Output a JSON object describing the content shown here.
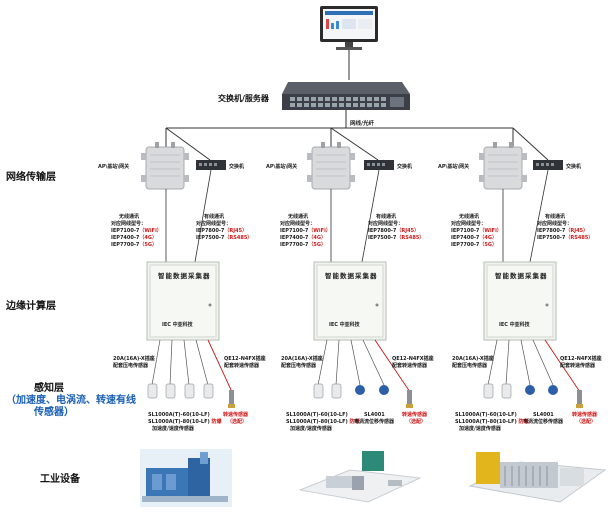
{
  "layers": {
    "server_label": "交换机/服务器",
    "network": "网络传输层",
    "edge": "边缘计算层",
    "sense_title": "感知层",
    "sense_sub1": "（加速度、电涡流、转速有线",
    "sense_sub2": "传感器）",
    "industrial": "工业设备"
  },
  "link_label": "网线/光纤",
  "groups": [
    {
      "ap_label": "AP\\基站\\网关",
      "switch_label": "交换机",
      "wireless_title": "无线通讯",
      "wireless_sub": "对应网线型号：",
      "wireless_models": [
        {
          "model": "IEP7100-7",
          "tag": "（WiFi）"
        },
        {
          "model": "IEP7400-7",
          "tag": "（4G）"
        },
        {
          "model": "IEP7700-7",
          "tag": "（5G）"
        }
      ],
      "wired_title": "有线通讯",
      "wired_sub": "对应网线型号：",
      "wired_models": [
        {
          "model": "IEP7800-7",
          "tag": "（RJ45）"
        },
        {
          "model": "IEP7500-7",
          "tag": "（RS485）"
        }
      ],
      "collector_title": "智能数据采集器",
      "collector_brand": "IEC 中亚科技",
      "cable_left1": "20A(16A)-X插座",
      "cable_left2": "配套压电传感器",
      "cable_right1": "QE12-N4FX插座",
      "cable_right2": "配套转速传感器",
      "sensor_model1": "SL1000A(T)-60(10-LF)",
      "sensor_model2": "SL1000A(T)-80(10-LF)",
      "sensor_type1": "防爆",
      "sensor_type2": "加速度/速度传感器",
      "extra_sensor1": "转速传感器",
      "extra_sensor2": "（选配）"
    },
    {
      "ap_label": "AP\\基站\\网关",
      "switch_label": "交换机",
      "wireless_title": "无线通讯",
      "wireless_sub": "对应网线型号：",
      "wireless_models": [
        {
          "model": "IEP7100-7",
          "tag": "（WiFi）"
        },
        {
          "model": "IEP7400-7",
          "tag": "（4G）"
        },
        {
          "model": "IEP7700-7",
          "tag": "（5G）"
        }
      ],
      "wired_title": "有线通讯",
      "wired_sub": "对应网线型号：",
      "wired_models": [
        {
          "model": "IEP7800-7",
          "tag": "（RJ45）"
        },
        {
          "model": "IEP7500-7",
          "tag": "（RS485）"
        }
      ],
      "collector_title": "智能数据采集器",
      "collector_brand": "IEC 中亚科技",
      "cable_left1": "20A(16A)-X插座",
      "cable_left2": "配套压电传感器",
      "cable_right1": "QE12-N4FX插座",
      "cable_right2": "配套转速传感器",
      "sensor_model1": "SL1000A(T)-60(10-LF)",
      "sensor_model2": "SL1000A(T)-80(10-LF)",
      "sensor_type1": "防爆",
      "sensor_type2": "加速度/速度传感器",
      "eddy1": "SL4001",
      "eddy2": "电涡流位移传感器",
      "extra_sensor1": "转速传感器",
      "extra_sensor2": "（选配）"
    },
    {
      "ap_label": "AP\\基站\\网关",
      "switch_label": "交换机",
      "wireless_title": "无线通讯",
      "wireless_sub": "对应网线型号：",
      "wireless_models": [
        {
          "model": "IEP7100-7",
          "tag": "（WiFi）"
        },
        {
          "model": "IEP7400-7",
          "tag": "（4G）"
        },
        {
          "model": "IEP7700-7",
          "tag": "（5G）"
        }
      ],
      "wired_title": "有线通讯",
      "wired_sub": "对应网线型号：",
      "wired_models": [
        {
          "model": "IEP7800-7",
          "tag": "（RJ45）"
        },
        {
          "model": "IEP7500-7",
          "tag": "（RS485）"
        }
      ],
      "collector_title": "智能数据采集器",
      "collector_brand": "IEC 中亚科技",
      "cable_left1": "20A(16A)-X插座",
      "cable_left2": "配套压电传感器",
      "cable_right1": "QE12-N4FX插座",
      "cable_right2": "配套转速传感器",
      "sensor_model1": "SL1000A(T)-60(10-LF)",
      "sensor_model2": "SL1000A(T)-80(10-LF)",
      "sensor_type1": "防爆",
      "sensor_type2": "加速度/速度传感器",
      "eddy1": "SL4001",
      "eddy2": "电涡流位移传感器",
      "extra_sensor1": "转速传感器",
      "extra_sensor2": "（选配）"
    }
  ],
  "colors": {
    "accent_red": "#d01818",
    "accent_blue": "#1a5fb4",
    "line": "#333333"
  }
}
